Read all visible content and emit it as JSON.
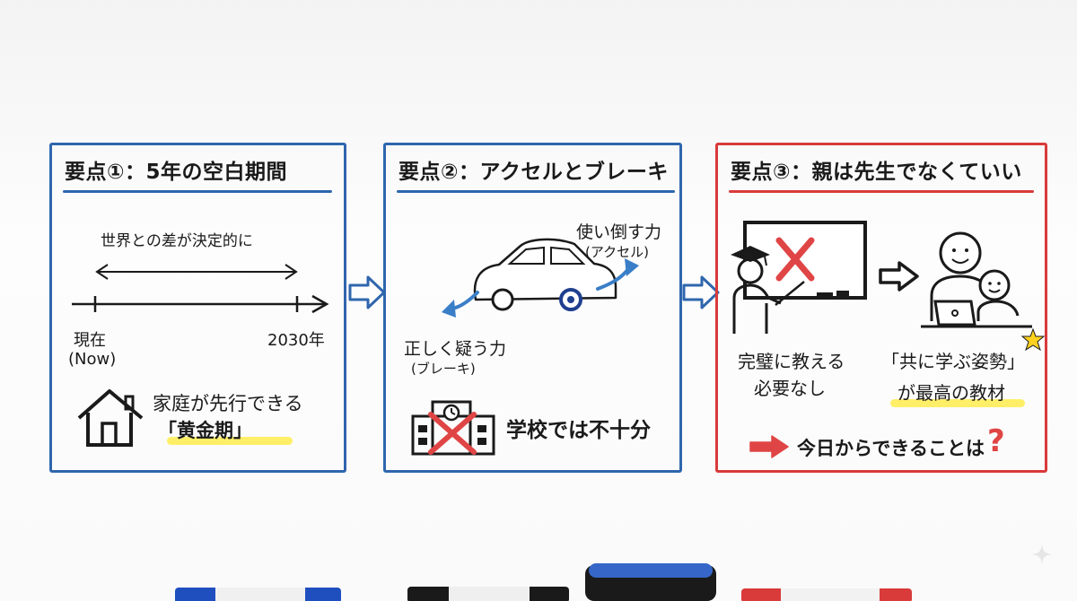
{
  "panel1": {
    "title": "要点①：5年の空白期間",
    "gap_label": "世界との差が決定的に",
    "start_label": "現在",
    "start_sub": "(Now)",
    "end_label": "2030年",
    "golden_line1": "家庭が先行できる",
    "golden_line2": "「黄金期」",
    "icon": "house-icon"
  },
  "panel2": {
    "title": "要点②：アクセルとブレーキ",
    "accel_label": "使い倒す力",
    "accel_sub": "(アクセル)",
    "brake_label": "正しく疑う力",
    "brake_sub": "(ブレーキ)",
    "school_text": "学校では不十分",
    "icons": [
      "car-icon",
      "school-icon"
    ]
  },
  "panel3": {
    "title": "要点③：親は先生でなくていい",
    "left_line1": "完璧に教える",
    "left_line2": "必要なし",
    "right_line1": "「共に学ぶ姿勢」",
    "right_line2": "が最高の教材",
    "cta": "今日からできることは",
    "cta_mark": "?",
    "icons": [
      "teacher-icon",
      "parent-child-icon",
      "star-icon"
    ]
  },
  "colors": {
    "blue": "#2f66ad",
    "red": "#d93a3a",
    "yellow": "#ffec4d"
  }
}
